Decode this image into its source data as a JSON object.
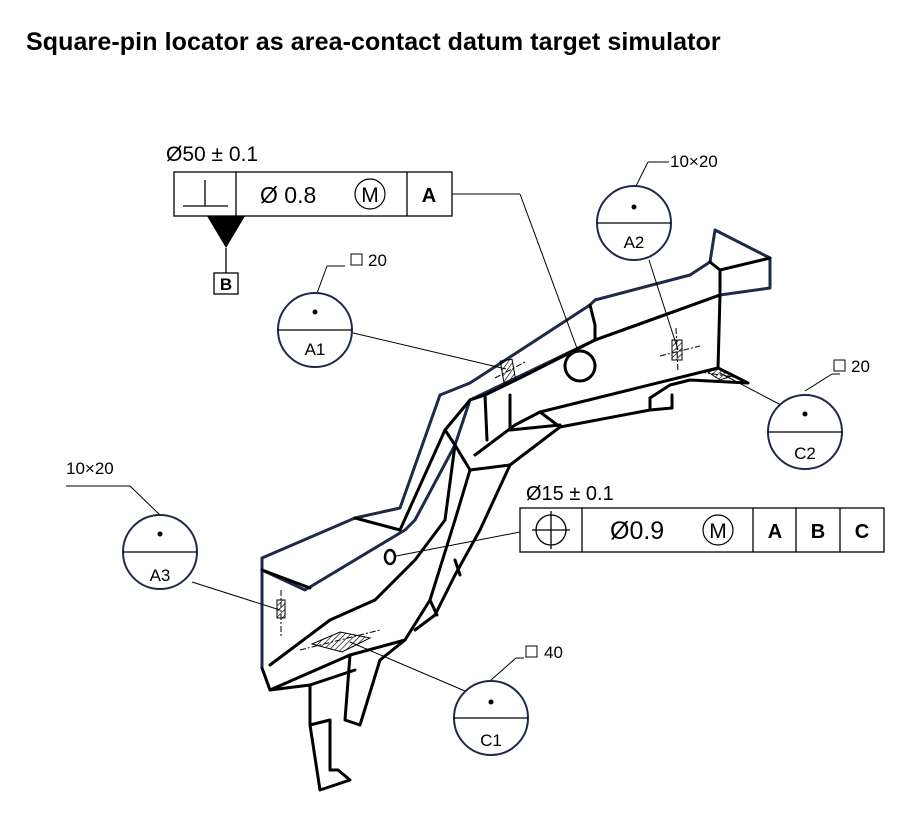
{
  "title": "Square-pin locator as area-contact datum target simulator",
  "fcf_perpendicularity": {
    "size_label": "Ø50 ± 0.1",
    "symbol": "perpendicularity-symbol",
    "tolerance": "Ø 0.8",
    "modifier": "M",
    "datum_ref": "A",
    "datum_feature_label": "B"
  },
  "fcf_position": {
    "size_label": "Ø15 ± 0.1",
    "symbol": "position-symbol",
    "tolerance": "Ø0.9",
    "modifier": "M",
    "datum_refs": [
      "A",
      "B",
      "C"
    ]
  },
  "datum_targets": [
    {
      "id": "A1",
      "size_label": "20",
      "size_symbol": "square"
    },
    {
      "id": "A2",
      "size_label": "10×20",
      "size_symbol": ""
    },
    {
      "id": "A3",
      "size_label": "10×20",
      "size_symbol": ""
    },
    {
      "id": "C1",
      "size_label": "40",
      "size_symbol": "square"
    },
    {
      "id": "C2",
      "size_label": "20",
      "size_symbol": "square"
    }
  ],
  "colors": {
    "ink": "#000000",
    "outline_blue": "#1f2a4a",
    "background": "#ffffff"
  }
}
